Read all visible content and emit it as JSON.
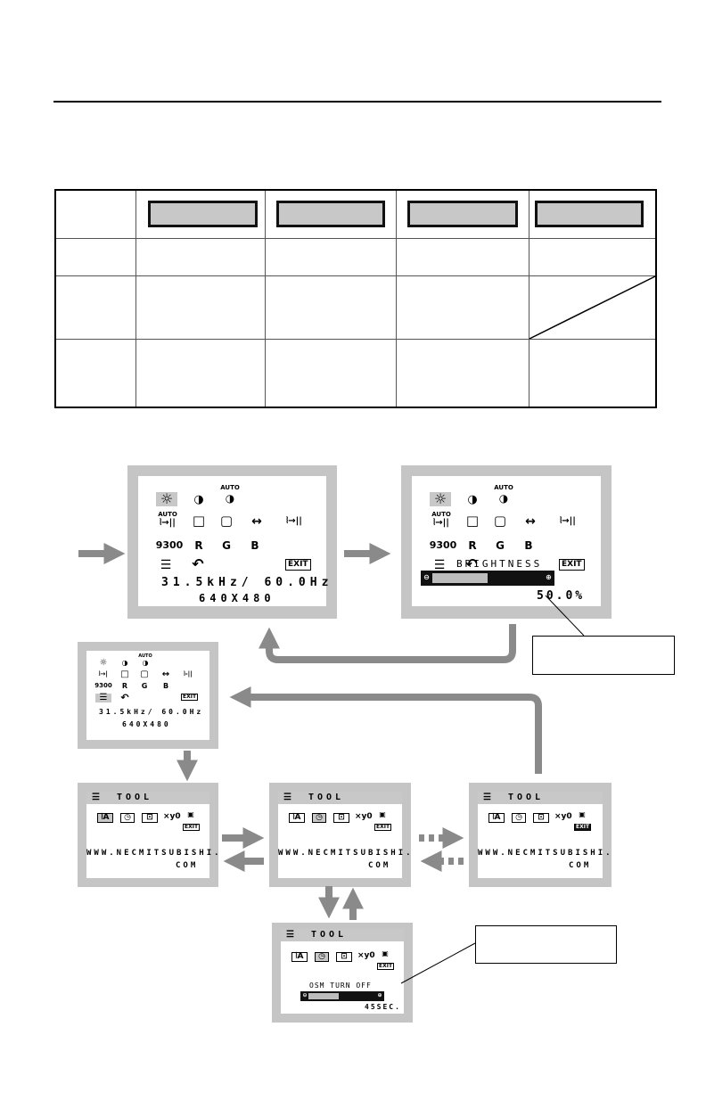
{
  "main_menu": {
    "icons_row1": [
      "☼",
      "◑",
      "AUTO"
    ],
    "icons_row2": [
      "AUTO",
      "□",
      "▢",
      "↔",
      "⦚→||"
    ],
    "icons_row3": [
      "9300",
      "R",
      "G",
      "B"
    ],
    "exit_label": "EXIT",
    "frequency": "31.5kHz/ 60.0Hz",
    "resolution": "640X480"
  },
  "brightness_menu": {
    "label": "BRIGHTNESS",
    "value_text": "50.0%",
    "value_fraction": 0.5
  },
  "small_main_menu": {
    "frequency": "31.5kHz/ 60.0Hz",
    "resolution": "640X480"
  },
  "tool_menu": {
    "title": "TOOL",
    "url_line1": "WWW.NECMITSUBISHI.",
    "url_line2": "COM",
    "exit_label": "EXIT"
  },
  "osm_turn_off": {
    "label": "OSM TURN OFF",
    "value_text": "45SEC.",
    "value_fraction": 0.45
  },
  "colors": {
    "frame_gray": "#c5c5c5",
    "arrow_gray": "#8a8a8a",
    "highlight_gray": "#c8c8c8"
  }
}
